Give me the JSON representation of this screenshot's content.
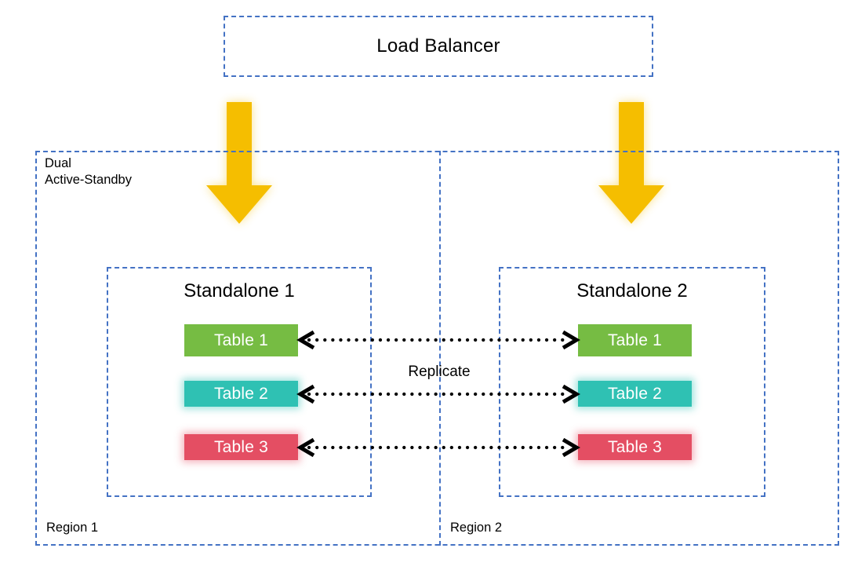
{
  "diagram": {
    "title_box": {
      "label": "Load Balancer"
    },
    "outer_region": {
      "label": "Dual\nActive-Standby",
      "regions": [
        {
          "label": "Region 1"
        },
        {
          "label": "Region 2"
        }
      ]
    },
    "standalones": [
      {
        "title": "Standalone 1",
        "tables": [
          {
            "label": "Table 1",
            "color": "#76BC43"
          },
          {
            "label": "Table 2",
            "color": "#2FC1B3"
          },
          {
            "label": "Table 3",
            "color": "#E44E63"
          }
        ]
      },
      {
        "title": "Standalone 2",
        "tables": [
          {
            "label": "Table 1",
            "color": "#76BC43"
          },
          {
            "label": "Table 2",
            "color": "#2FC1B3"
          },
          {
            "label": "Table 3",
            "color": "#E44E63"
          }
        ]
      }
    ],
    "connections": {
      "replicate_label": "Replicate",
      "replicate_style": "bidirectional-dotted",
      "inbound_arrow_style": "solid-block-arrow-down"
    },
    "colors": {
      "dashed_border": "#4472C4",
      "arrow_gold": "#F5BE00",
      "table_green": "#76BC43",
      "table_teal": "#2FC1B3",
      "table_red": "#E44E63",
      "text": "#000000",
      "background": "#FFFFFF"
    }
  }
}
